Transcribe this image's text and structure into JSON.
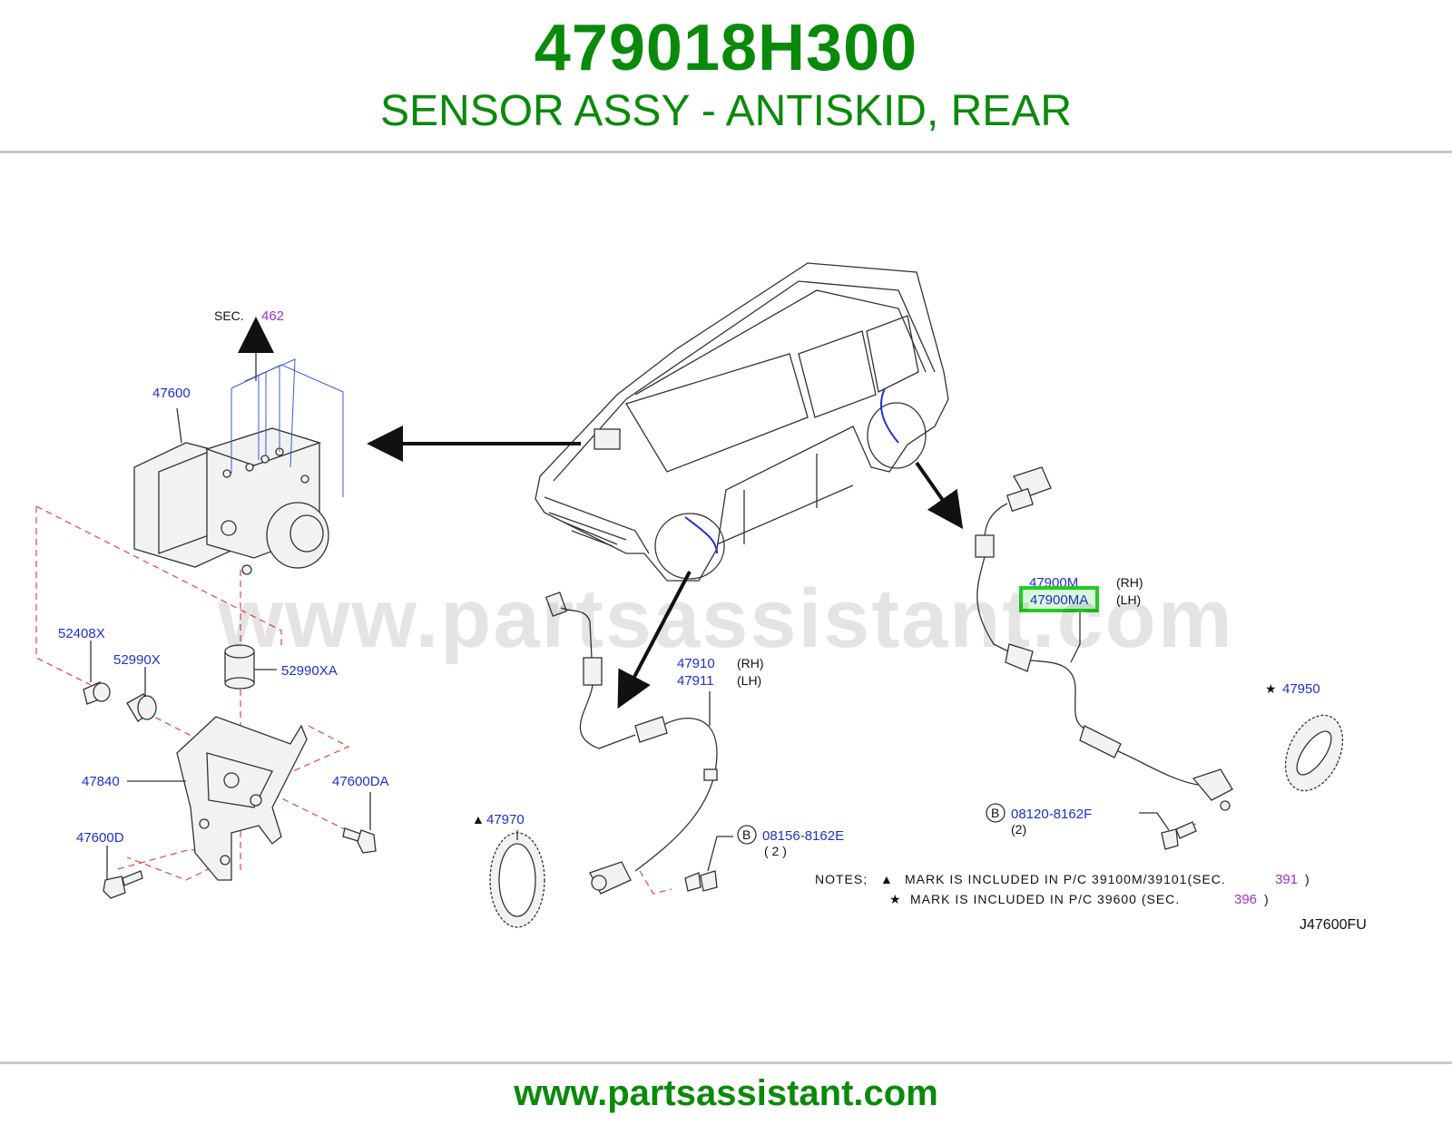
{
  "header": {
    "part_number": "479018H300",
    "description": "SENSOR ASSY - ANTISKID, REAR"
  },
  "watermark": "www.partsassistant.com",
  "footer": {
    "url": "www.partsassistant.com"
  },
  "colors": {
    "brand_green": "#0a8a0a",
    "part_label_blue": "#1f2fd0",
    "section_purple": "#9933cc",
    "highlight_box": "#22cc22",
    "leader_red": "#e0473d"
  },
  "labels": {
    "sec_prefix": "SEC.",
    "sec_462": "462",
    "p47600": "47600",
    "p52408x": "52408X",
    "p52990x": "52990X",
    "p52990xa": "52990XA",
    "p47840": "47840",
    "p47600da": "47600DA",
    "p47600d": "47600D",
    "p47970": "47970",
    "p47910": "47910",
    "rh1": "(RH)",
    "p47911": "47911",
    "lh1": "(LH)",
    "b_mark1": "B",
    "p08156": "08156-8162E",
    "qty1": "( 2 )",
    "p47900m": "47900M",
    "rh2": "(RH)",
    "p47900ma": "47900MA",
    "lh2": "(LH)",
    "p47950": "47950",
    "b_mark2": "B",
    "p08120": "08120-8162F",
    "qty2": "(2)",
    "diagram_code": "J47600FU"
  },
  "notes": {
    "line1_prefix": "NOTES;",
    "line1_text": "MARK  IS  INCLUDED  IN  P/C  39100M/39101(SEC.",
    "line1_sec": "391",
    "line1_end": ")",
    "line2_text": "MARK  IS  INCLUDED  IN  P/C  39600  (SEC.",
    "line2_sec": "396",
    "line2_end": ")"
  },
  "symbols": {
    "triangle": "▲",
    "star": "★"
  },
  "highlighted_part": "47900MA"
}
